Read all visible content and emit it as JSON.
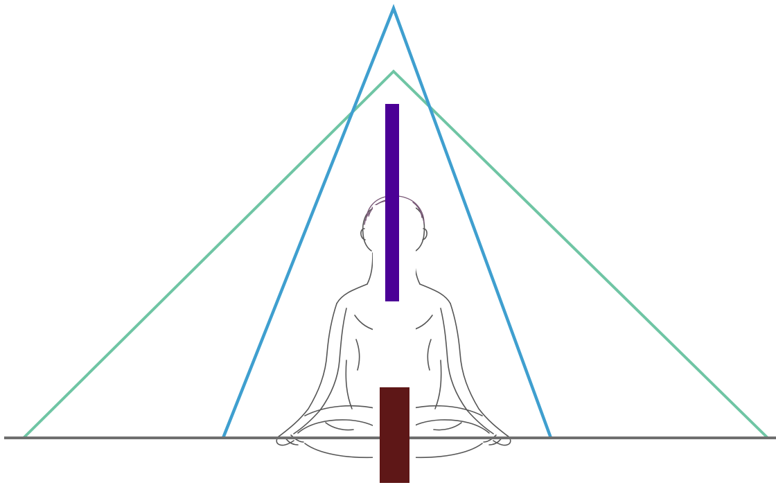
{
  "diagram": {
    "elements": [
      "ground-line",
      "wide-triangle",
      "tall-triangle",
      "meditating-figure",
      "purple-bar",
      "maroon-block"
    ],
    "colors": {
      "background": "#ffffff",
      "ground_line": "#6f6f6f",
      "wide_triangle": "#6fc5a4",
      "tall_triangle": "#3f9fcf",
      "figure_outline": "#555555",
      "figure_hair": "#7a5a78",
      "purple_bar": "#4b0096",
      "maroon_block": "#5e1717",
      "mask": "#ffffff"
    }
  }
}
